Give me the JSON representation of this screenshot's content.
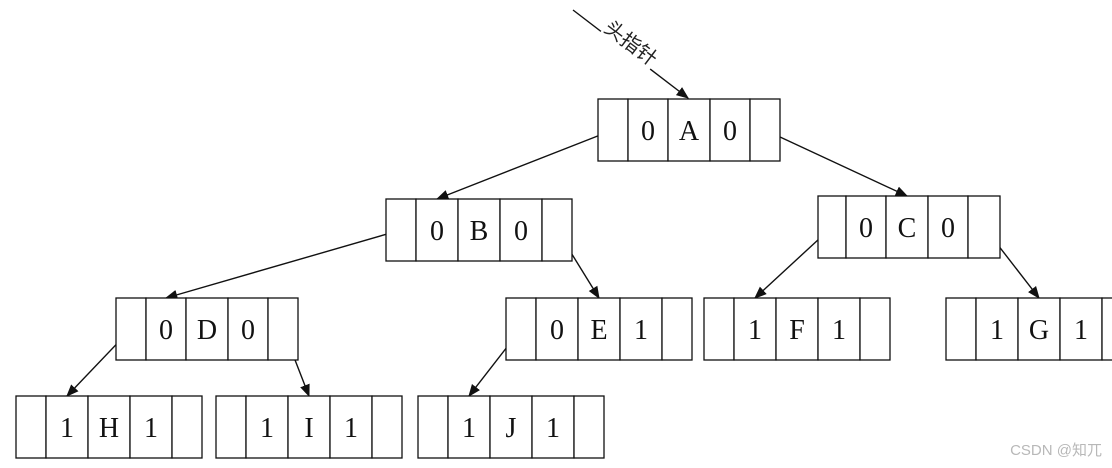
{
  "head_pointer_label": "头指针",
  "nodes": [
    {
      "id": "A",
      "ltag": "0",
      "data": "A",
      "rtag": "0"
    },
    {
      "id": "B",
      "ltag": "0",
      "data": "B",
      "rtag": "0"
    },
    {
      "id": "C",
      "ltag": "0",
      "data": "C",
      "rtag": "0"
    },
    {
      "id": "D",
      "ltag": "0",
      "data": "D",
      "rtag": "0"
    },
    {
      "id": "E",
      "ltag": "0",
      "data": "E",
      "rtag": "1"
    },
    {
      "id": "F",
      "ltag": "1",
      "data": "F",
      "rtag": "1"
    },
    {
      "id": "G",
      "ltag": "1",
      "data": "G",
      "rtag": "1"
    },
    {
      "id": "H",
      "ltag": "1",
      "data": "H",
      "rtag": "1"
    },
    {
      "id": "I",
      "ltag": "1",
      "data": "I",
      "rtag": "1"
    },
    {
      "id": "J",
      "ltag": "1",
      "data": "J",
      "rtag": "1"
    }
  ],
  "edges": [
    {
      "from": "A",
      "side": "left",
      "to": "B"
    },
    {
      "from": "A",
      "side": "right",
      "to": "C"
    },
    {
      "from": "B",
      "side": "left",
      "to": "D"
    },
    {
      "from": "B",
      "side": "right",
      "to": "E"
    },
    {
      "from": "C",
      "side": "left",
      "to": "F"
    },
    {
      "from": "C",
      "side": "right",
      "to": "G"
    },
    {
      "from": "D",
      "side": "left",
      "to": "H"
    },
    {
      "from": "D",
      "side": "right",
      "to": "I"
    },
    {
      "from": "E",
      "side": "left",
      "to": "J"
    }
  ],
  "watermark": "CSDN @知兀"
}
